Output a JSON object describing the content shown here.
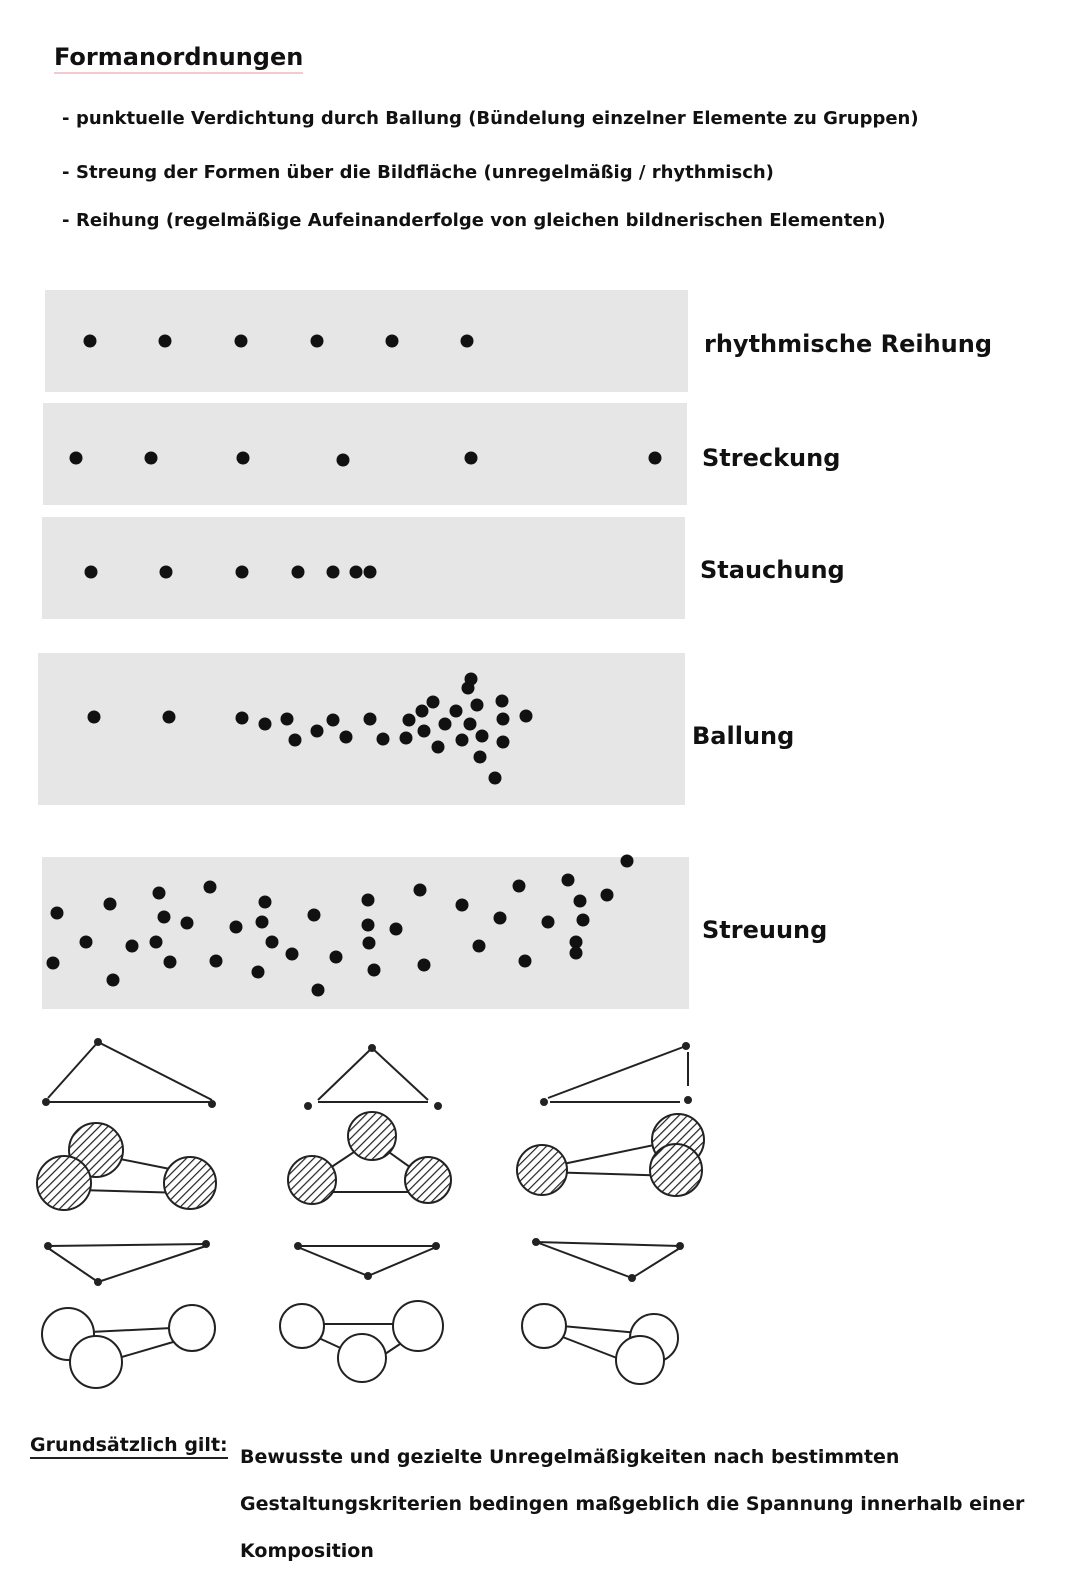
{
  "title": "Formanordnungen",
  "bullets": [
    "punktuelle Verdichtung durch Ballung (Bündelung einzelner Elemente zu Gruppen)",
    "Streung der Formen über die Bildfläche (unregelmäßig / rhythmisch)",
    "Reihung (regelmäßige Aufeinanderfolge von gleichen bildnerischen Elementen)"
  ],
  "rows": [
    {
      "label": "rhythmische Reihung"
    },
    {
      "label": "Streckung"
    },
    {
      "label": "Stauchung"
    },
    {
      "label": "Ballung"
    },
    {
      "label": "Streuung"
    }
  ],
  "footer": {
    "lead": "Grundsätzlich gilt:",
    "text": "Bewusste und gezielte Unregelmäßigkeiten nach bestimmten Gestaltungskriterien bedingen maßgeblich die Spannung innerhalb einer Komposition"
  },
  "colors": {
    "panel": "#e6e6e6",
    "ink": "#111111",
    "title_underline": "#f3c9cf"
  }
}
